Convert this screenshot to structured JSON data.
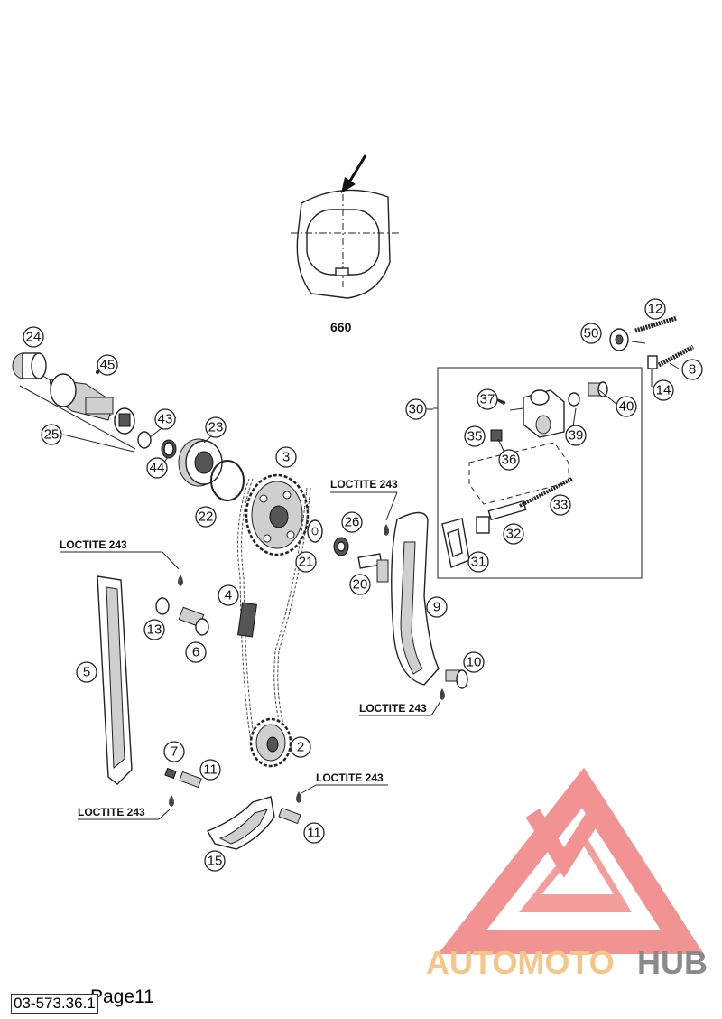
{
  "variant_label": "660",
  "loctite_label": "LOCTITE 243",
  "part_numbers": [
    "2",
    "3",
    "4",
    "5",
    "6",
    "7",
    "8",
    "9",
    "10",
    "11",
    "12",
    "13",
    "14",
    "15",
    "20",
    "21",
    "22",
    "23",
    "24",
    "25",
    "26",
    "30",
    "31",
    "32",
    "33",
    "35",
    "36",
    "37",
    "39",
    "40",
    "43",
    "44",
    "45",
    "50"
  ],
  "footer": {
    "doc_number": "03-573.36.1",
    "page": "Page11"
  },
  "watermark": {
    "text_a": "AUTOMOTO",
    "text_b": "HUB",
    "color_logo": "#f08080",
    "color_text_a": "#f6c58a",
    "color_text_b": "#8a8a8a"
  }
}
